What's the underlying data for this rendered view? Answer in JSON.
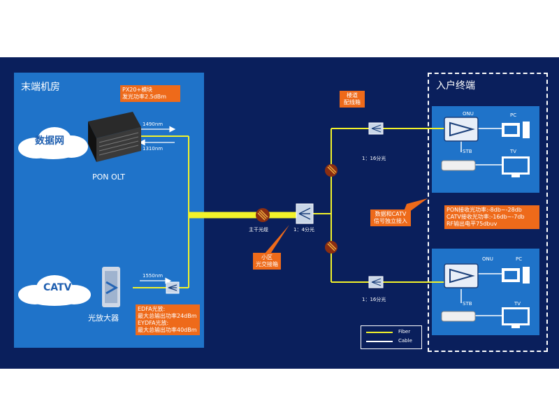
{
  "head_end": {
    "title": "末端机房",
    "data_network": "数据网",
    "catv": "CATV",
    "olt_label": "PON OLT",
    "amp_label": "光放大器",
    "olt_callout": [
      "PX20+模块",
      "发光功率2.5dBm"
    ],
    "amp_callout": [
      "EDFA光放:",
      "最大总输出功率24dBm",
      "EYDFA光放:",
      "最大总输出功率40dBm"
    ],
    "wl_1490": "1490nm",
    "wl_1310": "1310nm",
    "wl_1550": "1550nm"
  },
  "field": {
    "trunk_cable": "主干光缆",
    "split_1_4": "1：4分光",
    "community_box": [
      "小区",
      "光交接箱"
    ],
    "building_box": [
      "楼道",
      "配线箱"
    ],
    "split_1_16_top": "1：16分光",
    "split_1_16_bottom": "1：16分光",
    "access_callout": [
      "数据和CATV",
      "信号独立接入"
    ]
  },
  "user_end": {
    "title": "入户终端",
    "onu": "ONU",
    "pc": "PC",
    "stb": "STB",
    "tv": "TV",
    "power_callout": [
      "PON接收光功率:-8db~-28db",
      "CATV接收光功率:-16db~-7db",
      "RF输出电平75dbuv"
    ]
  },
  "legend": {
    "fiber": "Fiber",
    "cable": "Cable"
  },
  "colors": {
    "fiber": "#f2f22a",
    "cable": "#ffffff",
    "callout": "#ee6a1a",
    "panel": "#1f73c9",
    "background": "#0a1f5c"
  }
}
